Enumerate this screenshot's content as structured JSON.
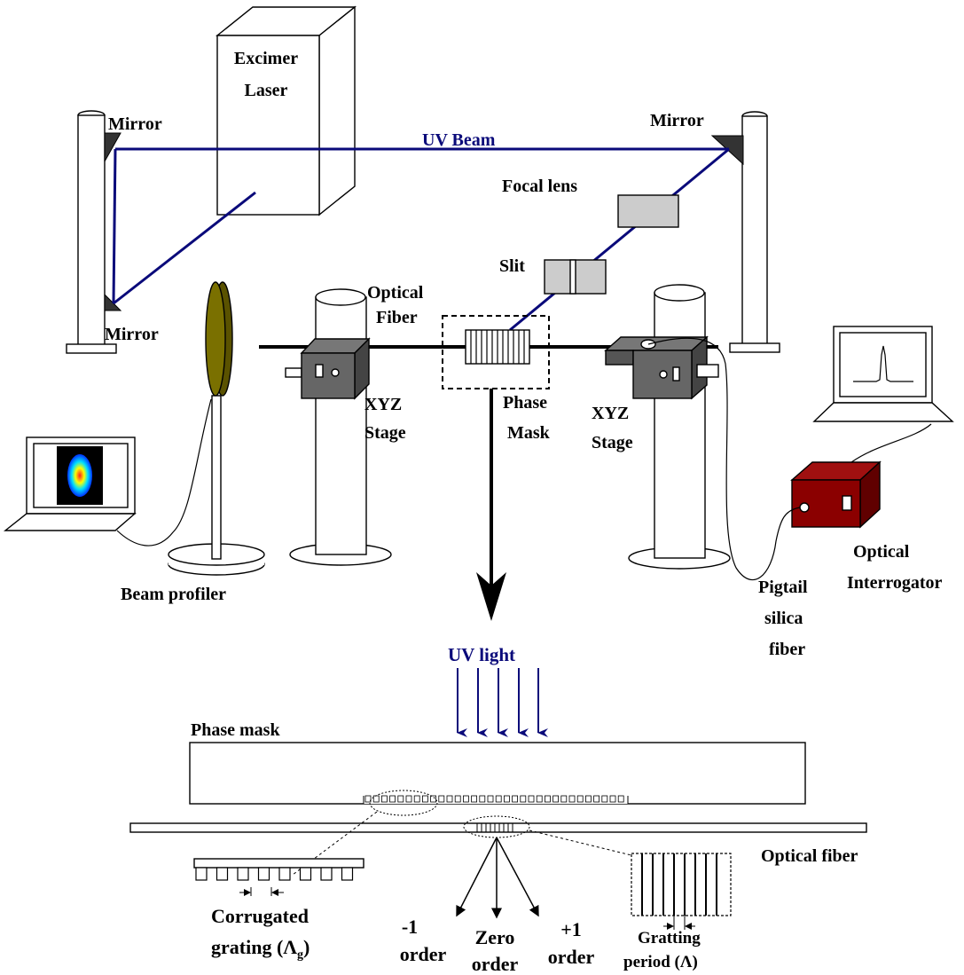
{
  "labels": {
    "excimer_laser_1": "Excimer",
    "excimer_laser_2": "Laser",
    "mirror_top_left": "Mirror",
    "mirror_top_right": "Mirror",
    "mirror_bottom_left": "Mirror",
    "uv_beam": "UV Beam",
    "focal_lens": "Focal lens",
    "slit": "Slit",
    "optical_fiber_1": "Optical",
    "optical_fiber_2": "Fiber",
    "xyz_stage_left_1": "XYZ",
    "xyz_stage_left_2": "Stage",
    "phase_mask_1": "Phase",
    "phase_mask_2": "Mask",
    "xyz_stage_right_1": "XYZ",
    "xyz_stage_right_2": "Stage",
    "beam_profiler": "Beam profiler",
    "pigtail_1": "Pigtail",
    "pigtail_2": "silica",
    "pigtail_3": "fiber",
    "interrogator_1": "Optical",
    "interrogator_2": "Interrogator",
    "uv_light": "UV light",
    "phase_mask_bottom": "Phase mask",
    "optical_fiber_bottom": "Optical fiber",
    "corrugated_1": "Corrugated",
    "corrugated_2": "grating (Λ",
    "corrugated_sub": "g",
    "corrugated_end": ")",
    "minus1_1": "-1",
    "minus1_2": "order",
    "zero_1": "Zero",
    "zero_2": "order",
    "plus1_1": "+1",
    "plus1_2": "order",
    "grating_period_1": "Gratting",
    "grating_period_2": "period (Λ)"
  },
  "colors": {
    "uv_beam": "#0a0a7a",
    "interrogator_box": "#8b0000",
    "beam_profiler_lens": "#7a7000",
    "stage_dark": "#555555",
    "lens_gray": "#cccccc"
  },
  "icons": [
    "laptop-icon",
    "beam-profile-image-icon",
    "spectrum-peak-icon"
  ]
}
